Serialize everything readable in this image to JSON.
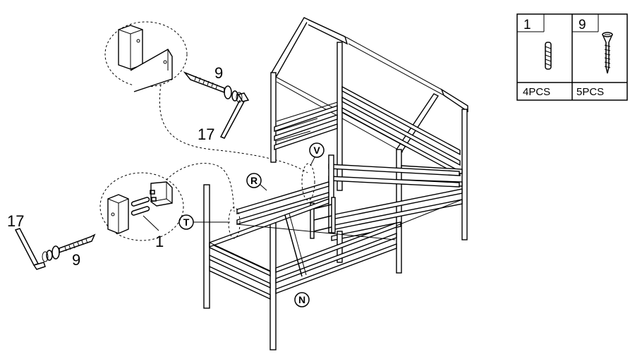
{
  "callouts": {
    "top_screw_number": "9",
    "top_key_number": "17",
    "left_key_number": "17",
    "left_screw_number": "9",
    "dowel_number": "1"
  },
  "part_labels": {
    "R": "R",
    "V": "V",
    "T": "T",
    "N": "N"
  },
  "parts_table": {
    "col1_number": "1",
    "col2_number": "9",
    "col1_qty": "4PCS",
    "col2_qty": "5PCS"
  }
}
